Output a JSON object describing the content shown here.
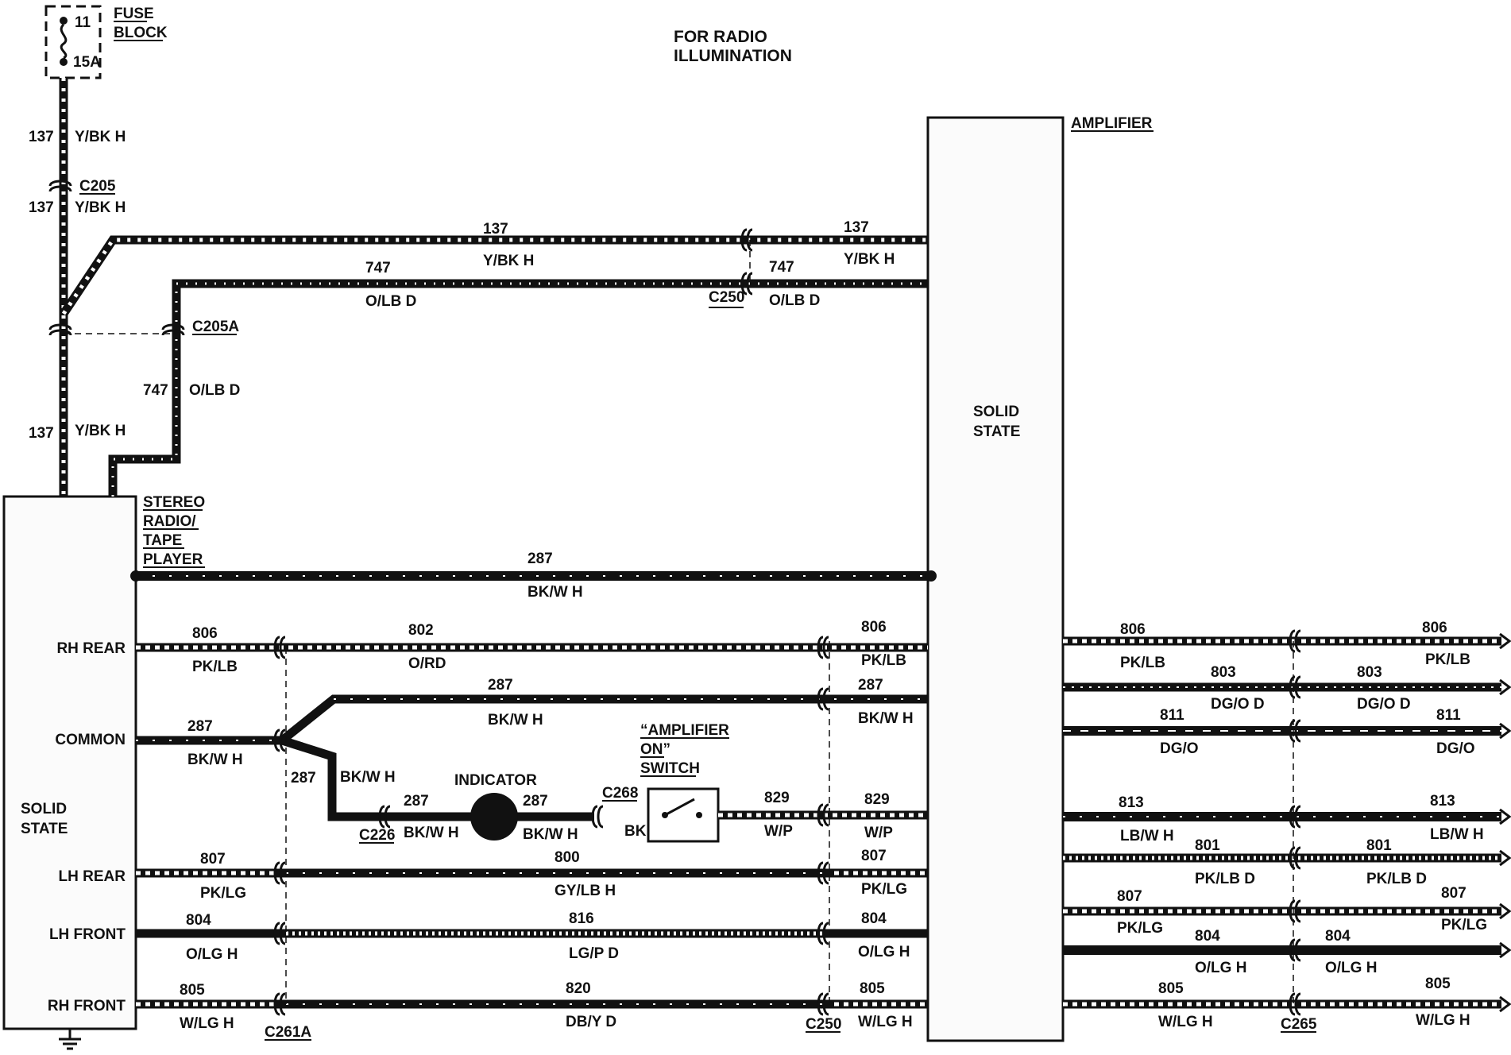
{
  "title": {
    "line1": "FOR RADIO",
    "line2": "ILLUMINATION"
  },
  "fuse": {
    "circuit": "11",
    "rating": "15A",
    "label1": "FUSE",
    "label2": "BLOCK"
  },
  "components": {
    "radio": {
      "label": [
        "STEREO",
        "RADIO/",
        "TAPE",
        "PLAYER"
      ],
      "body": [
        "SOLID",
        "STATE"
      ]
    },
    "amplifier": {
      "label": "AMPLIFIER",
      "body": [
        "SOLID",
        "STATE"
      ]
    },
    "indicator": "INDICATOR",
    "switch": [
      "“AMPLIFIER",
      "ON”",
      "SWITCH"
    ]
  },
  "connectors": {
    "c205": "C205",
    "c205a": "C205A",
    "c250_top": "C250",
    "c226": "C226",
    "c268": "C268",
    "c261a": "C261A",
    "c250_bottom": "C250",
    "c265": "C265"
  },
  "ports": {
    "rh_rear": "RH REAR",
    "common": "COMMON",
    "lh_rear": "LH REAR",
    "lh_front": "LH FRONT",
    "rh_front": "RH FRONT"
  },
  "wire_labels": {
    "v137a_n": "137",
    "v137a_c": "Y/BK H",
    "v137b_n": "137",
    "v137b_c": "Y/BK H",
    "v137c_n": "137",
    "v137c_c": "Y/BK H",
    "v747_n": "747",
    "v747_c": "O/LB D",
    "t137_n": "137",
    "t137_c": "Y/BK H",
    "t137r_n": "137",
    "t137r_c": "Y/BK H",
    "t747_n": "747",
    "t747_c": "O/LB D",
    "t747r_n": "747",
    "t747r_c": "O/LB D",
    "w287_n": "287",
    "w287_c": "BK/W H",
    "rhr806_n": "806",
    "rhr806_c": "PK/LB",
    "m802_n": "802",
    "m802_c": "O/RD",
    "r806_n": "806",
    "r806_c": "PK/LB",
    "com287_n": "287",
    "com287_c": "BK/W H",
    "up287_n": "287",
    "up287_c": "BK/W H",
    "r287_n": "287",
    "r287_c": "BK/W H",
    "dg287_n": "287",
    "dg287_c": "BK/W H",
    "c226_287_n": "287",
    "c226_287_c": "BK/W H",
    "ind287_n": "287",
    "ind287_c": "BK/W H",
    "bk": "BK",
    "s829_n": "829",
    "s829_c": "W/P",
    "r829_n": "829",
    "r829_c": "W/P",
    "l807_n": "807",
    "l807_c": "PK/LG",
    "m800_n": "800",
    "m800_c": "GY/LB H",
    "r807_n": "807",
    "r807_c": "PK/LG",
    "l804_n": "804",
    "l804_c": "O/LG H",
    "m816_n": "816",
    "m816_c": "LG/P D",
    "r804_n": "804",
    "r804_c": "O/LG H",
    "l805_n": "805",
    "l805_c": "W/LG H",
    "m820_n": "820",
    "m820_c": "DB/Y D",
    "r805_n": "805",
    "r805_c": "W/LG H",
    "a806_n": "806",
    "a806_c": "PK/LB",
    "b806_n": "806",
    "b806_c": "PK/LB",
    "a803_n": "803",
    "a803_c": "DG/O D",
    "b803_n": "803",
    "b803_c": "DG/O D",
    "a811_n": "811",
    "a811_c": "DG/O",
    "b811_n": "811",
    "b811_c": "DG/O",
    "a813_n": "813",
    "a813_c": "LB/W H",
    "b813_n": "813",
    "b813_c": "LB/W H",
    "a801_n": "801",
    "a801_c": "PK/LB D",
    "b801_n": "801",
    "b801_c": "PK/LB D",
    "a807_n": "807",
    "a807_c": "PK/LG",
    "b807_n": "807",
    "b807_c": "PK/LG",
    "a804_n": "804",
    "a804_c": "O/LG H",
    "b804_n": "804",
    "b804_c": "O/LG H",
    "a805_n": "805",
    "a805_c": "W/LG H",
    "b805_n": "805",
    "b805_c": "W/LG H"
  }
}
